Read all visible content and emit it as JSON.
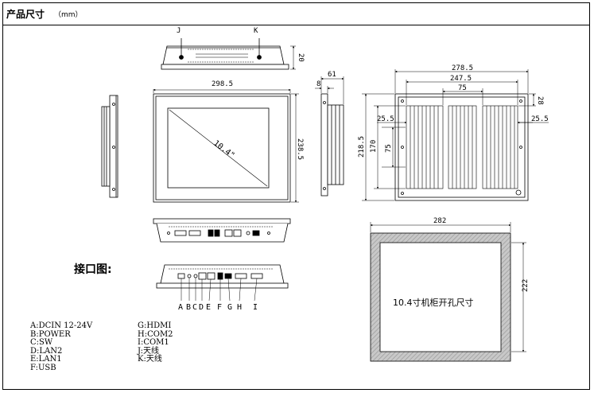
{
  "header": {
    "title": "产品尺寸",
    "unit": "（mm）"
  },
  "drawing": {
    "top_view": {
      "antenna_j": "J",
      "antenna_k": "K",
      "height": "20"
    },
    "front_view": {
      "width": "298.5",
      "height": "238.5",
      "screen_size": "10.4\""
    },
    "side_view": {
      "depth": "61",
      "bezel": "8"
    },
    "rear_view": {
      "width": "278.5",
      "hole_span": "247.5",
      "center_gap": "75",
      "top_offset": "28",
      "left_offset": "25.5",
      "right_offset": "25.5",
      "inner_height": "75",
      "hole_height": "170",
      "height": "218.5"
    },
    "cutout": {
      "width": "282",
      "height": "222",
      "label": "10.4寸机柜开孔尺寸"
    },
    "interface_title": "接口图:",
    "port_letters": [
      "A",
      "B",
      "C",
      "D",
      "E",
      "F",
      "G",
      "H",
      "I"
    ]
  },
  "legend": {
    "col1": [
      "A:DCIN 12-24V",
      "B:POWER",
      "C:SW",
      "D:LAN2",
      "E:LAN1",
      "F:USB"
    ],
    "col2": [
      "G:HDMI",
      "H:COM2",
      "I:COM1",
      "J:天线",
      "K:天线"
    ]
  }
}
